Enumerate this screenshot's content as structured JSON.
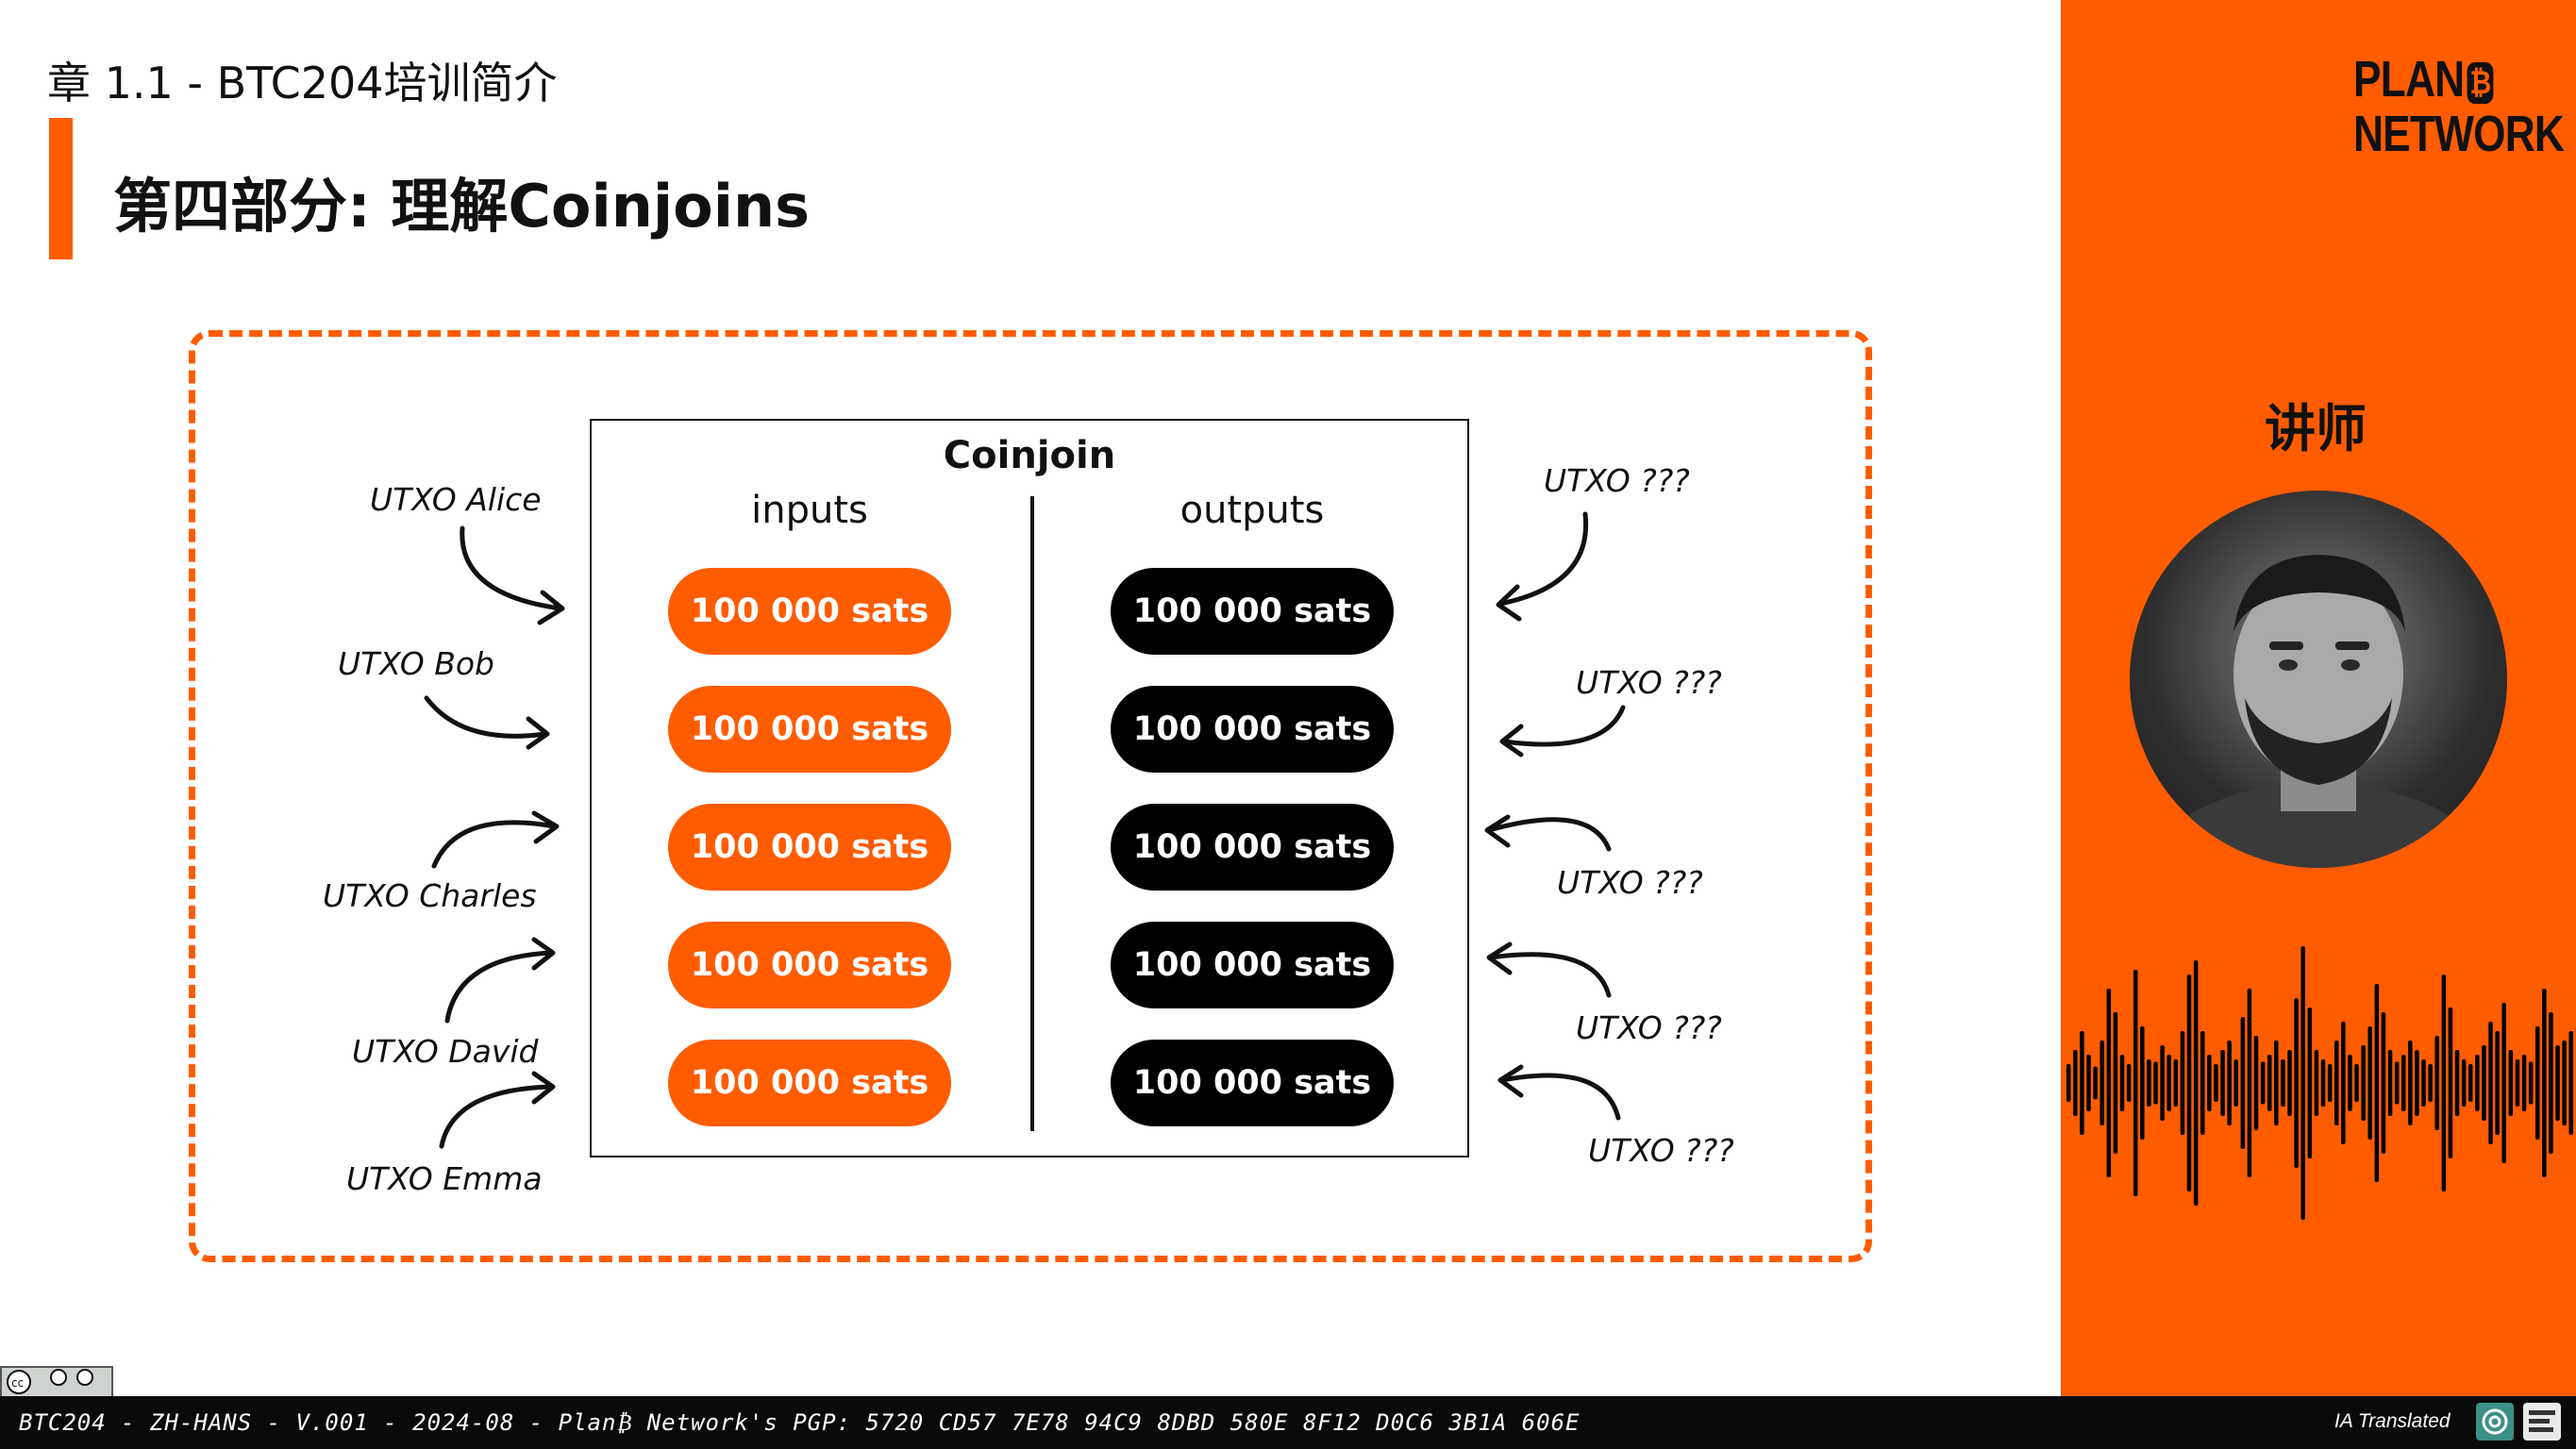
{
  "header": {
    "chapter": "章 1.1 - BTC204培训简介",
    "title": "第四部分: 理解Coinjoins"
  },
  "brand": {
    "logo_line1": "PLAN",
    "logo_b": "₿",
    "logo_line2": "NETWORK",
    "accent_color": "#ff5c00"
  },
  "sidebar": {
    "instructor_label": "讲师"
  },
  "diagram": {
    "title": "Coinjoin",
    "inputs_label": "inputs",
    "outputs_label": "outputs",
    "inputs": [
      "100 000 sats",
      "100 000 sats",
      "100 000 sats",
      "100 000 sats",
      "100 000 sats"
    ],
    "outputs": [
      "100 000 sats",
      "100 000 sats",
      "100 000 sats",
      "100 000 sats",
      "100 000 sats"
    ],
    "left_labels": [
      "UTXO Alice",
      "UTXO Bob",
      "UTXO Charles",
      "UTXO David",
      "UTXO Emma"
    ],
    "right_labels": [
      "UTXO ???",
      "UTXO ???",
      "UTXO ???",
      "UTXO ???",
      "UTXO ???"
    ]
  },
  "footer": {
    "text": "BTC204 - ZH-HANS - V.001 - 2024-08 - Plan₿ Network's PGP: 5720 CD57 7E78 94C9 8DBD 580E 8F12 D0C6 3B1A 606E",
    "ia_label": "IA Translated",
    "license": "BY SA"
  }
}
